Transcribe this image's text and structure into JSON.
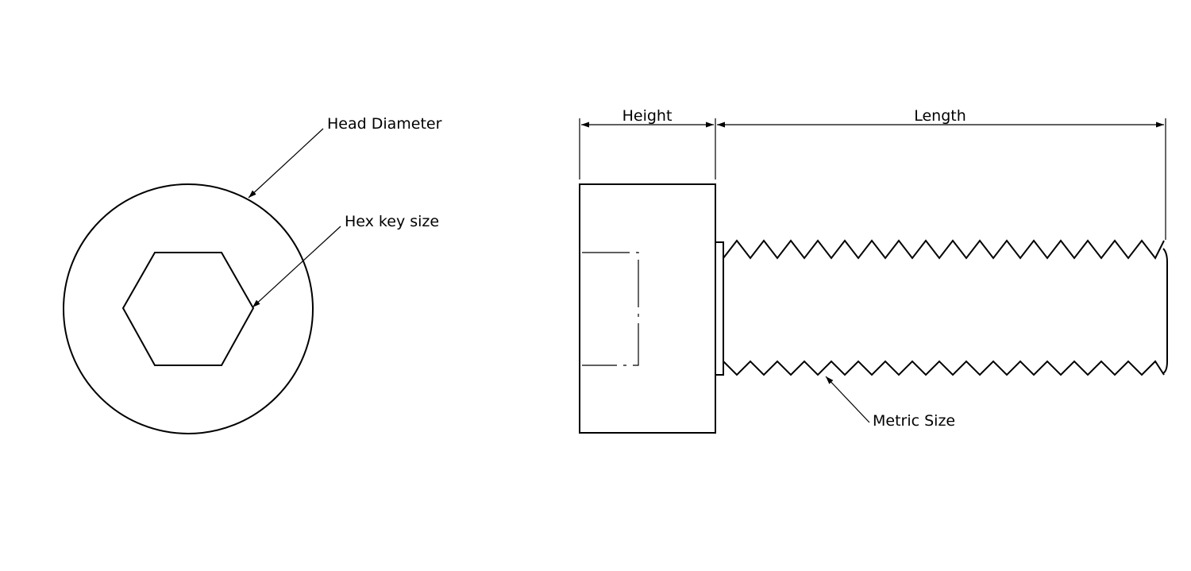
{
  "labels": {
    "head_diameter": "Head Diameter",
    "hex_key_size": "Hex key size",
    "height": "Height",
    "length": "Length",
    "metric_size": "Metric Size"
  },
  "colors": {
    "line": "#000000",
    "background": "#ffffff"
  }
}
